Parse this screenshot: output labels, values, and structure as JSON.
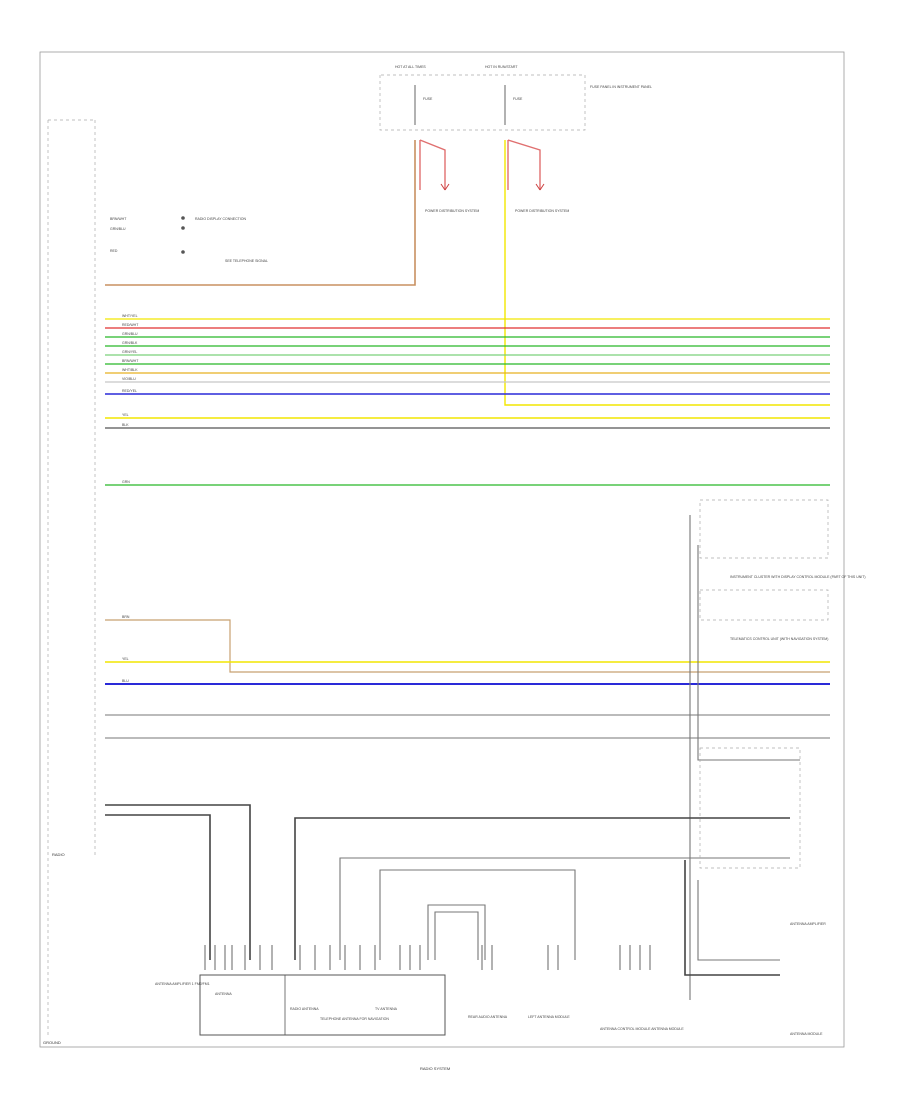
{
  "diagram": {
    "left_component_label": "RADIO",
    "ground_label": "GROUND",
    "fuse_header_left": "HOT AT ALL TIMES",
    "fuse_header_right": "HOT IN RUN/START",
    "fuse_left_label": "FUSE",
    "fuse_right_label": "FUSE",
    "fuse_box_label": "FUSE PANEL IN INSTRUMENT PANEL",
    "power_dist_left": "POWER DISTRIBUTION SYSTEM",
    "power_dist_right": "POWER DISTRIBUTION SYSTEM",
    "top_conn_labels": [
      {
        "color": "BRN/WHT",
        "text": "RADIO DISPLAY CONNECTION"
      },
      {
        "color": "GRN/BLU",
        "text": ""
      },
      {
        "color": "RED",
        "text": "SEE TELEPHONE SIGNAL"
      }
    ],
    "harness_wires": [
      {
        "name": "WHT/YEL",
        "color": "#f2e600"
      },
      {
        "name": "RED/WHT",
        "color": "#e03030"
      },
      {
        "name": "GRN/BLU",
        "color": "#28b828"
      },
      {
        "name": "GRN/BLK",
        "color": "#28b828"
      },
      {
        "name": "GRN/YEL",
        "color": "#7ad07a"
      },
      {
        "name": "BRN/WHT",
        "color": "#c89060"
      },
      {
        "name": "WHT/BLK",
        "color": "#c8c8c8"
      },
      {
        "name": "VIO/BLU",
        "color": "#2a2ad8"
      },
      {
        "name": "RED/YEL",
        "color": "#e8b020"
      },
      {
        "name": "YEL",
        "color": "#f2e600"
      },
      {
        "name": "BLK",
        "color": "#555555"
      }
    ],
    "green_wire_label": "GRN",
    "mid_wire_labels": [
      "BRN",
      "YEL",
      "BLU"
    ],
    "right_modules": [
      {
        "text": "INSTRUMENT CLUSTER WITH DISPLAY CONTROL MODULE (PART OF THIS UNIT)"
      },
      {
        "text": "TELEMATICS CONTROL UNIT (WITH NAVIGATION SYSTEM)"
      },
      {
        "text": "ANTENNA AMPLIFIER"
      },
      {
        "text": "ANTENNA MODULE"
      }
    ],
    "bottom_modules": [
      {
        "text": "ANTENNA AMPLIFIER 1 FM2/FM1"
      },
      {
        "text": "ANTENNA"
      },
      {
        "text": "RADIO ANTENNA"
      },
      {
        "text": "TELEPHONE ANTENNA FOR NAVIGATION"
      },
      {
        "text": "TV ANTENNA"
      },
      {
        "text": "REAR AUDIO ANTENNA"
      },
      {
        "text": "LEFT ANTENNA MODULE"
      },
      {
        "text": "ANTENNA CONTROL MODULE ANTENNA MODULE"
      }
    ],
    "page_note": "RADIO SYSTEM"
  }
}
